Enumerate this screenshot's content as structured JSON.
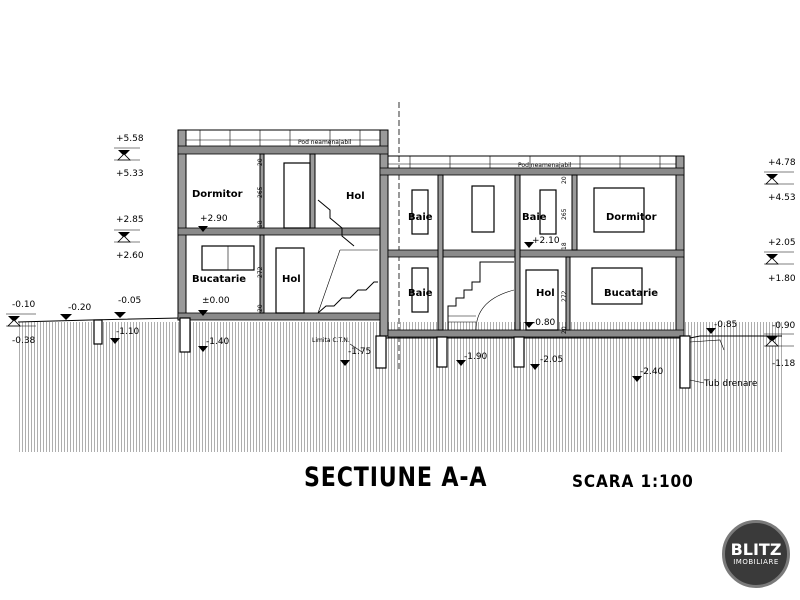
{
  "title": "SECTIUNE A-A",
  "scale": "SCARA 1:100",
  "logo": {
    "line1": "BLITZ",
    "line2": "IMOBILIARE"
  },
  "rooms": {
    "dormitor_left": "Dormitor",
    "hol_upper_left": "Hol",
    "bucatarie_left": "Bucatarie",
    "hol_lower_left": "Hol",
    "baie_1": "Baie",
    "baie_2": "Baie",
    "baie_3": "Baie",
    "dormitor_right": "Dormitor",
    "hol_right": "Hol",
    "bucatarie_right": "Bucatarie"
  },
  "attic_labels": {
    "left": "Pod neamenajabil",
    "right": "Pod neamenajabil"
  },
  "annotations": {
    "ctn": "Limita C.T.N.",
    "drain": "Tub drenare"
  },
  "left_levels": [
    "+5.58",
    "+5.33",
    "+2.85",
    "+2.60",
    "-0.10",
    "-0.38"
  ],
  "right_levels": [
    "+4.78",
    "+4.53",
    "+2.05",
    "+1.80",
    "-0.90",
    "-1.18"
  ],
  "inner_levels": {
    "l290": "+2.90",
    "l000": "±0.00",
    "l020": "-0.20",
    "l005": "-0.05",
    "l110": "-1.10",
    "l140": "-1.40",
    "l175": "-1.75",
    "l190": "-1.90",
    "l210": "+2.10",
    "l080": "-0.80",
    "l205": "-2.05",
    "l240": "-2.40",
    "l085": "-0.85"
  },
  "dimensions": {
    "d20a": "20",
    "d265a": "265",
    "d18a": "18",
    "d272a": "272",
    "d20b": "20",
    "d20c": "20",
    "d265b": "265",
    "d18b": "18",
    "d272b": "272",
    "d20d": "20"
  }
}
